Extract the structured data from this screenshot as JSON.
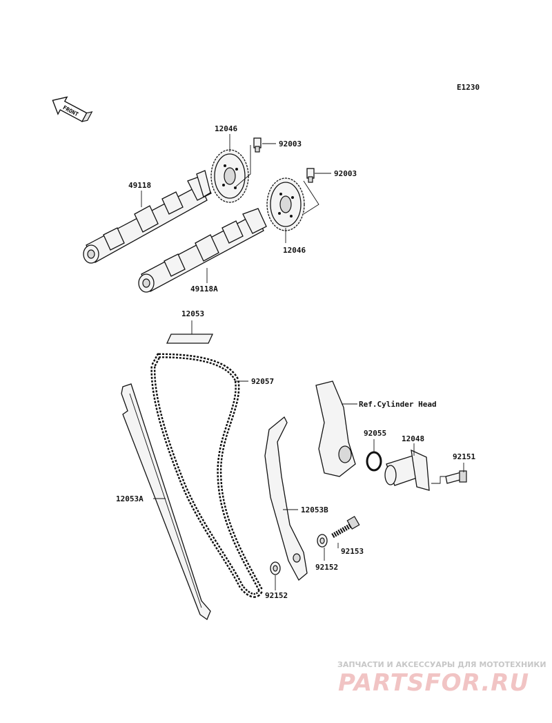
{
  "diagram_code": "E1230",
  "front_label": "FRONT",
  "ref_cylinder_head": "Ref.Cylinder Head",
  "labels": {
    "sprocket_upper": "12046",
    "bolt_upper": "92003",
    "bolt_lower": "92003",
    "camshaft_upper": "49118",
    "camshaft_lower": "49118A",
    "sprocket_lower": "12046",
    "guide_top": "12053",
    "chain": "92057",
    "guide_rear": "12053A",
    "guide_front": "12053B",
    "oring": "92055",
    "tensioner": "12048",
    "tensioner_bolt": "92151",
    "pivot_bolt": "92153",
    "collar_upper": "92152",
    "collar_lower": "92152"
  },
  "watermark": {
    "tagline": "ЗАПЧАСТИ И АКСЕССУАРЫ ДЛЯ МОТОТЕХНИКИ",
    "logo": "PARTSFOR.RU"
  },
  "colors": {
    "ink": "#111111",
    "watermark_logo": "#f1c4c4",
    "watermark_text": "#c7c7c7"
  }
}
